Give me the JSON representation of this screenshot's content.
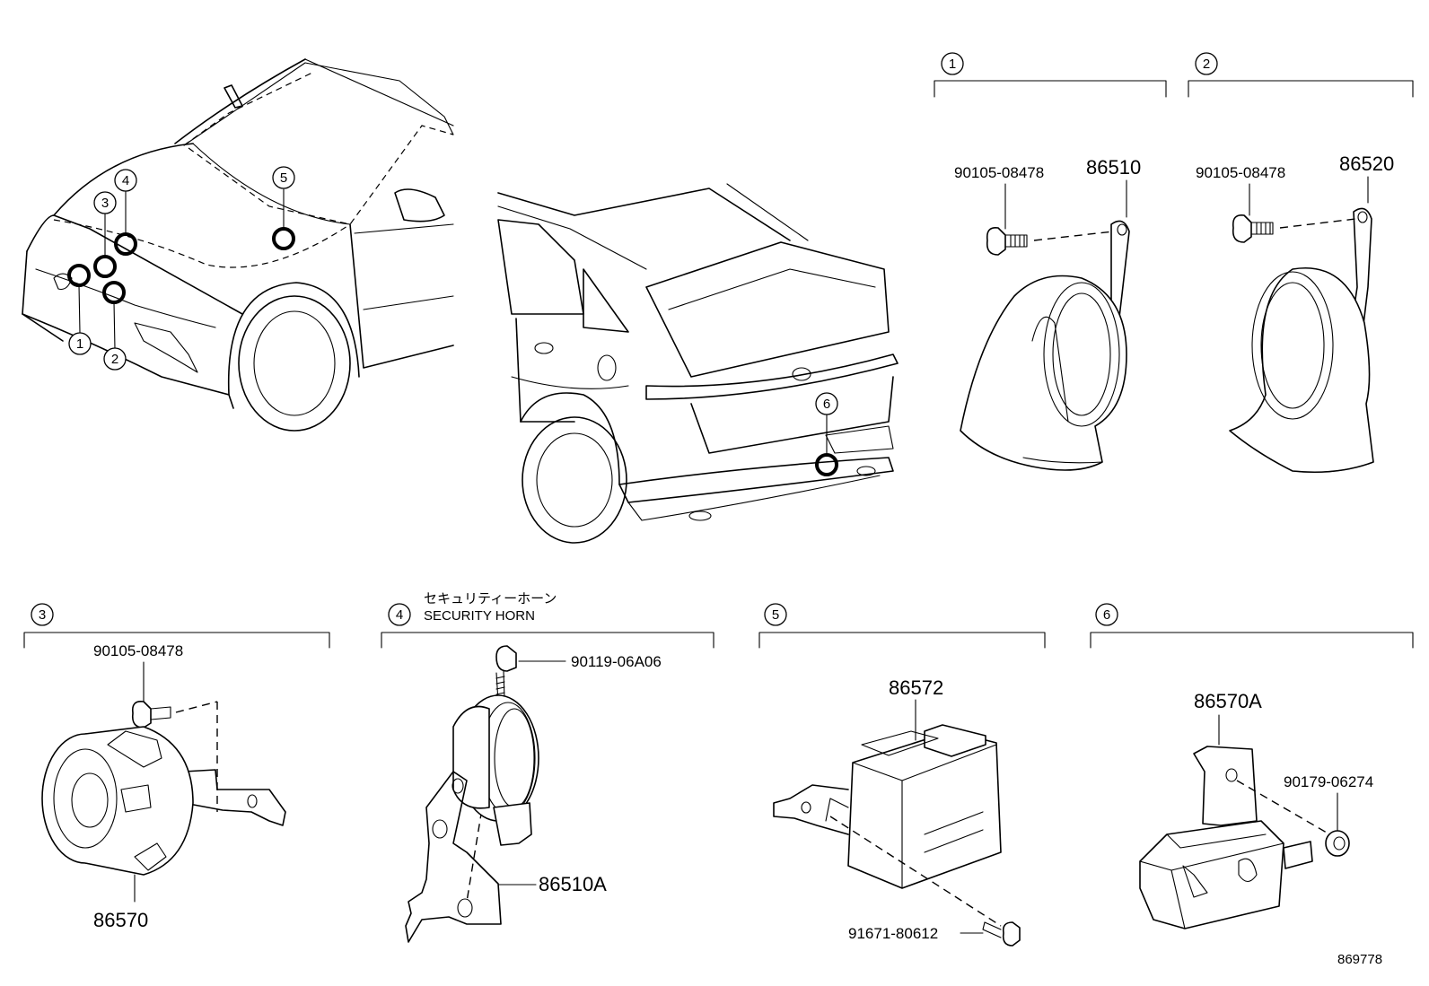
{
  "figure_number": "869778",
  "callouts": {
    "front": [
      "1",
      "2",
      "3",
      "4",
      "5"
    ],
    "rear": "6"
  },
  "groups": [
    {
      "id": "1",
      "parts": {
        "bolt": "90105-08478",
        "horn": "86510"
      }
    },
    {
      "id": "2",
      "parts": {
        "bolt": "90105-08478",
        "horn": "86520"
      }
    },
    {
      "id": "3",
      "parts": {
        "bolt": "90105-08478",
        "horn": "86570"
      }
    },
    {
      "id": "4",
      "title_jp": "セキュリティーホーン",
      "title_en": "SECURITY HORN",
      "parts": {
        "bolt": "90119-06A06",
        "horn": "86510A"
      }
    },
    {
      "id": "5",
      "parts": {
        "module": "86572",
        "bolt": "91671-80612"
      }
    },
    {
      "id": "6",
      "parts": {
        "module": "86570A",
        "nut": "90179-06274"
      }
    }
  ]
}
